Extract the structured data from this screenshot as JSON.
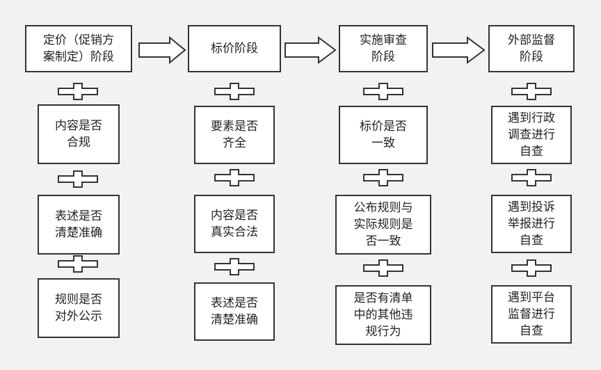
{
  "stages": [
    {
      "header": "定价（促销方\n案制定）阶段",
      "items": [
        "内容是否\n合规",
        "表述是否\n清楚准确",
        "规则是否\n对外公示"
      ]
    },
    {
      "header": "标价阶段",
      "items": [
        "要素是否\n齐全",
        "内容是否\n真实合法",
        "表述是否\n清楚准确"
      ]
    },
    {
      "header": "实施审查\n阶段",
      "items": [
        "标价是否\n一致",
        "公布规则与\n实际规则是\n否一致",
        "是否有清单\n中的其他违\n规行为"
      ]
    },
    {
      "header": "外部监督\n阶段",
      "items": [
        "遇到行政\n调查进行\n自查",
        "遇到投诉\n举报进行\n自查",
        "遇到平台\n监督进行\n自查"
      ]
    }
  ],
  "colors": {
    "border": "#333333",
    "background": "#f2f2f2",
    "box_fill": "#ffffff"
  }
}
